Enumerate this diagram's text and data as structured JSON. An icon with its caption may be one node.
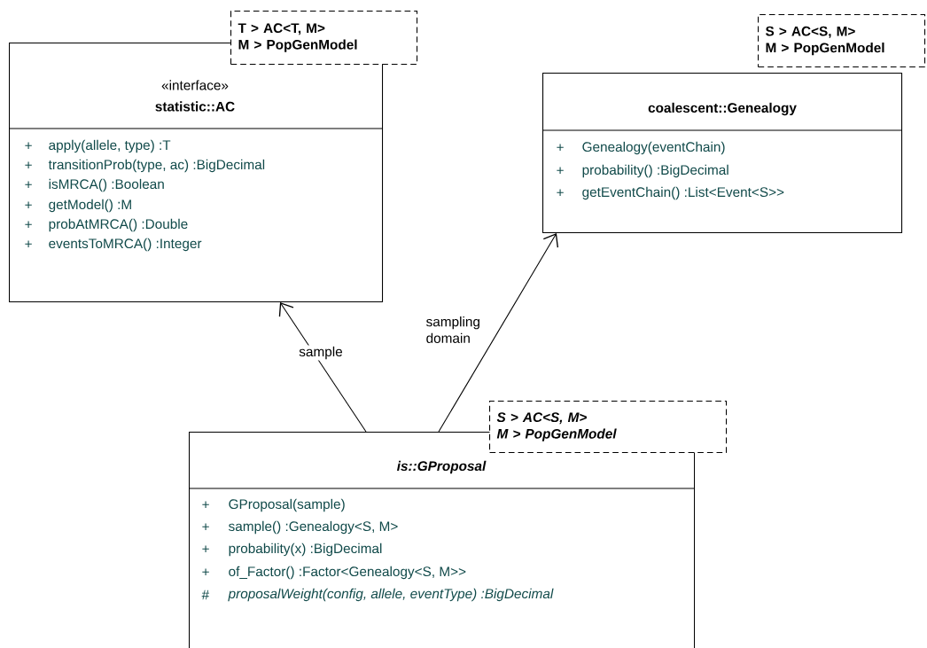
{
  "diagram": {
    "nodes": [
      {
        "text": [
          "«interface»",
          "statistic::AC",
          "+",
          "apply(allele, type)  :T",
          "+",
          "transitionProb(type, ac)  :BigDecimal",
          "+",
          "isMRCA()  :Boolean",
          "+",
          "getModel()  :M",
          "+",
          "probAtMRCA()  :Double",
          "+",
          "eventsToMRCA()  :Integer"
        ]
      },
      {
        "text": [
          "T > AC<T, M>",
          "M > PopGenModel"
        ]
      },
      {
        "text": [
          "coalescent::Genealogy",
          "+",
          "Genealogy(eventChain)",
          "+",
          "probability()  :BigDecimal",
          "+",
          "getEventChain()  :List<Event<S>>"
        ]
      },
      {
        "text": [
          "S > AC<S, M>",
          "M > PopGenModel"
        ]
      },
      {
        "text": [
          "is::GProposal",
          "+",
          "GProposal(sample)",
          "+",
          "sample()  :Genealogy<S, M>",
          "+",
          "probability(x)  :BigDecimal",
          "+",
          "of_Factor()  :Factor<Genealogy<S, M>>",
          "#",
          "proposalWeight(config, allele, eventType)  :BigDecimal"
        ]
      },
      {
        "text": [
          "S > AC<S, M>",
          "M > PopGenModel"
        ]
      }
    ],
    "edges": [
      {
        "from": 4,
        "to": 0,
        "arrow": "to",
        "label": "sample"
      },
      {
        "from": 4,
        "to": 2,
        "arrow": "to",
        "label": "sampling domain"
      }
    ]
  }
}
